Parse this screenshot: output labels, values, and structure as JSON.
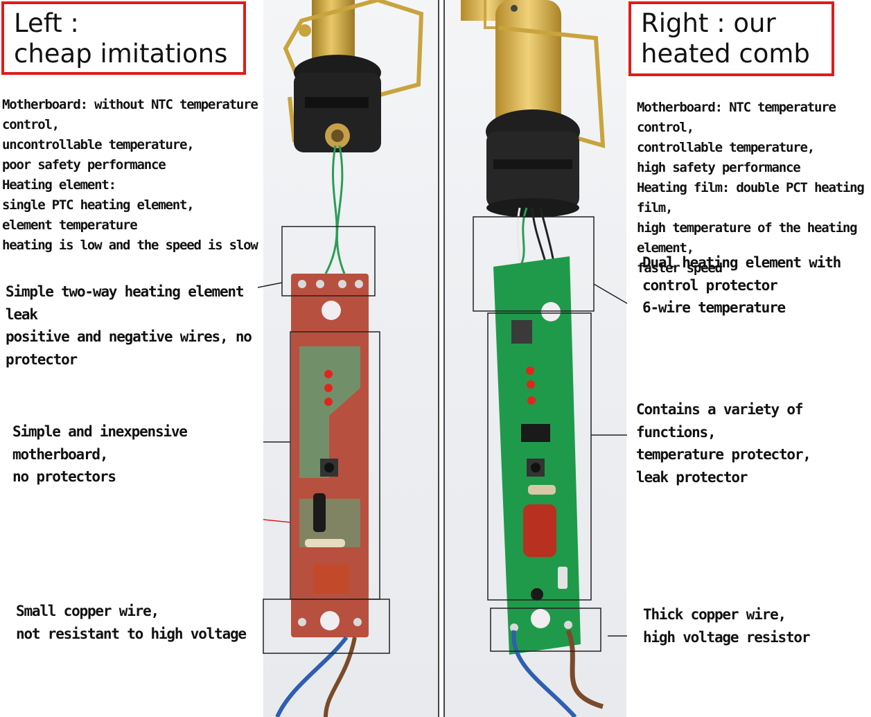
{
  "left_title": "Left :\ncheap imitations",
  "right_title": "Right : our\nheated comb",
  "left_intro": "Motherboard: without NTC temperature control,\nuncontrollable temperature,\npoor safety performance\nHeating element:\nsingle PTC heating element,\nelement temperature\nheating is low and the speed is slow",
  "right_intro": "Motherboard: NTC temperature control,\ncontrollable temperature,\nhigh safety performance\nHeating film: double PCT heating film,\nhigh temperature of the heating element,\nfaster speed",
  "left_callouts": [
    "Simple two-way heating element leak\npositive and negative wires, no protector",
    "Simple and inexpensive motherboard,\nno protectors",
    "Small copper wire,\nnot resistant to high voltage"
  ],
  "right_callouts": [
    "Dual heating element with\ncontrol protector\n6-wire temperature",
    "Contains a variety of functions,\ntemperature protector,\nleak protector",
    "Thick copper wire,\nhigh voltage resistor"
  ],
  "colors": {
    "title_border": "#e01b1b",
    "cheap_pcb": "#b8503f",
    "our_pcb": "#1f9a4a",
    "comb_gold": "#c9a33c",
    "led_red": "#e0261b"
  }
}
